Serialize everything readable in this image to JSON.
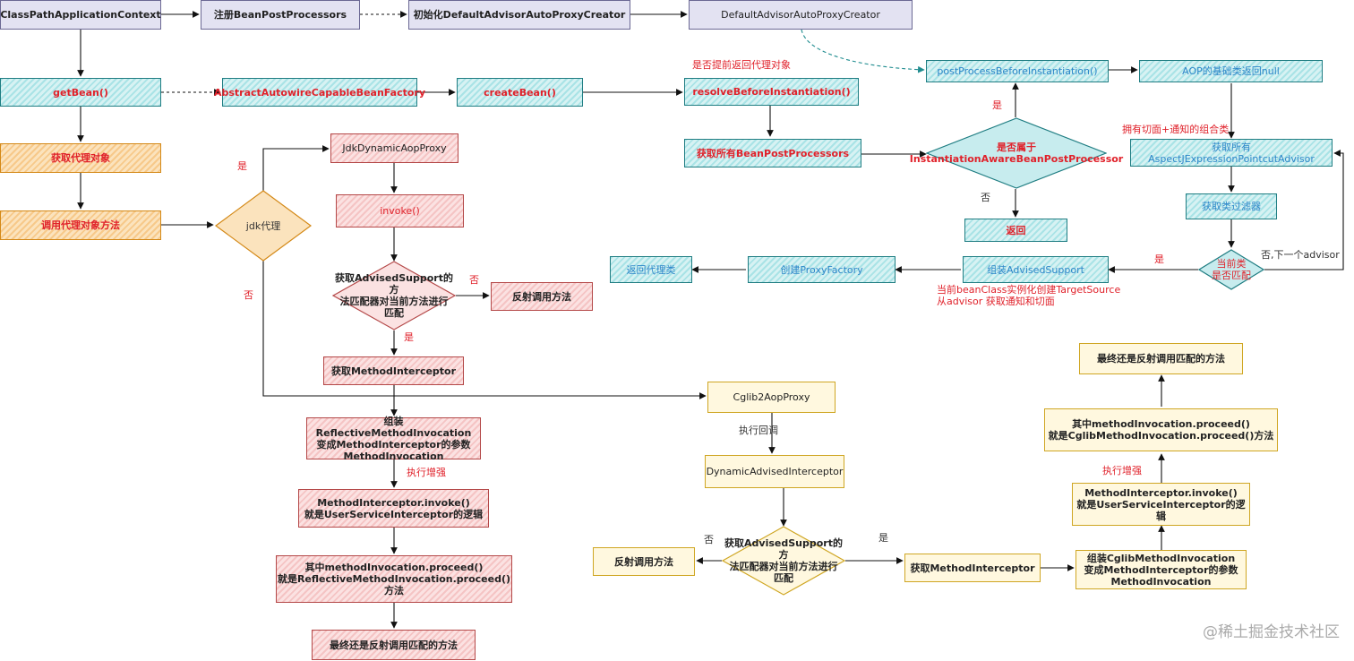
{
  "nodes": {
    "classpath_ctx": "ClassPathApplicationContext",
    "register_bpp": "注册BeanPostProcessors",
    "init_dapc": "初始化DefaultAdvisorAutoProxyCreator",
    "dapc": "DefaultAdvisorAutoProxyCreator",
    "get_bean": "getBean()",
    "abstract_factory": "AbstractAutowireCapableBeanFactory",
    "create_bean": "createBean()",
    "resolve_before": "resolveBeforeInstantiation()",
    "post_process_before": "postProcessBeforeInstantiation()",
    "aop_base_null": "AOP的基础类返回null",
    "get_proxy_obj": "获取代理对象",
    "call_proxy_method": "调用代理对象方法",
    "jdk_proxy": "jdk代理",
    "jdk_dynamic_aop_proxy": "JdkDynamicAopProxy",
    "invoke": "invoke()",
    "jdk_match_check": "获取AdvisedSupport的方\n法匹配器对当前方法进行\n匹配",
    "jdk_reflect_call": "反射调用方法",
    "jdk_get_interceptor": "获取MethodInterceptor",
    "assemble_reflective": "组装ReflectiveMethodInvocation\n变成MethodInterceptor的参数\nMethodInvocation",
    "jdk_interceptor_invoke": "MethodInterceptor.invoke()\n就是UserServiceInterceptor的逻辑",
    "jdk_proceed": "其中methodInvocation.proceed()\n就是ReflectiveMethodInvocation.proceed()方法",
    "jdk_final": "最终还是反射调用匹配的方法",
    "get_all_bpp": "获取所有BeanPostProcessors",
    "is_instantiation_aware": "是否属于\nInstantiationAwareBeanPostProcessor",
    "return_node": "返回",
    "get_all_advisors": "获取所有\nAspectJExpressionPointcutAdvisor",
    "get_class_filter": "获取类过滤器",
    "class_match": "当前类\n是否匹配",
    "assemble_advised": "组装AdvisedSupport",
    "create_proxy_factory": "创建ProxyFactory",
    "return_proxy_class": "返回代理类",
    "cglib_proxy": "Cglib2AopProxy",
    "dynamic_advised_interceptor": "DynamicAdvisedInterceptor",
    "cglib_match_check": "获取AdvisedSupport的方\n法匹配器对当前方法进行\n匹配",
    "cglib_reflect_call": "反射调用方法",
    "cglib_get_interceptor": "获取MethodInterceptor",
    "assemble_cglib": "组装CglibMethodInvocation\n变成MethodInterceptor的参数\nMethodInvocation",
    "cglib_interceptor_invoke": "MethodInterceptor.invoke()\n就是UserServiceInterceptor的逻辑",
    "cglib_proceed": "其中methodInvocation.proceed()\n就是CglibMethodInvocation.proceed()方法",
    "cglib_final": "最终还是反射调用匹配的方法"
  },
  "labels": {
    "return_proxy_early": "是否提前返回代理对象",
    "jdk_yes": "是",
    "jdk_no": "否",
    "jdk_match_no": "否",
    "jdk_match_yes": "是",
    "enhance_exec_1": "执行增强",
    "exec_callback": "执行回调",
    "cglib_match_no": "否",
    "cglib_match_yes": "是",
    "enhance_exec_2": "执行增强",
    "aware_yes": "是",
    "aware_no": "否",
    "advisor_combo": "拥有切面+通知的组合类",
    "class_match_yes": "是",
    "next_advisor": "否,下一个advisor",
    "target_source_note": "当前beanClass实例化创建TargetSource\n从advisor 获取通知和切面"
  },
  "watermark": "@稀土掘金技术社区",
  "colors": {
    "purple_fill": "#e3e2f2",
    "purple_stroke": "#6b6894",
    "teal_stroke": "#1f7d82",
    "orange_stroke": "#d48917",
    "red_stroke": "#b44848",
    "yellow_stroke": "#cfa623",
    "label_red": "#e0212a"
  }
}
